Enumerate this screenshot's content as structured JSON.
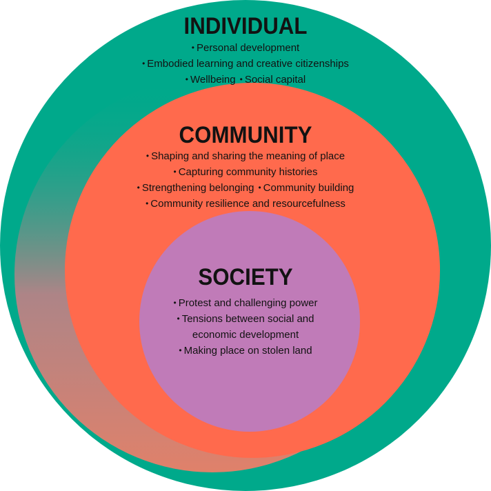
{
  "colors": {
    "individual": "#00A98B",
    "community": "#FF6A4D",
    "society": "#C07BB8",
    "text": "#121212",
    "edge_fade": "#E0816A"
  },
  "individual": {
    "title": "INDIVIDUAL",
    "lines": [
      "Personal development",
      "Embodied learning and creative citizenships",
      [
        "Wellbeing",
        "Social capital"
      ]
    ]
  },
  "community": {
    "title": "COMMUNITY",
    "lines": [
      "Shaping and sharing the meaning of place",
      "Capturing community histories",
      [
        "Strengthening belonging",
        "Community building"
      ],
      "Community resilience and resourcefulness"
    ]
  },
  "society": {
    "title": "SOCIETY",
    "lines": [
      "Protest and challenging power",
      "Tensions between social and",
      "economic development",
      "Making place on stolen land"
    ]
  }
}
